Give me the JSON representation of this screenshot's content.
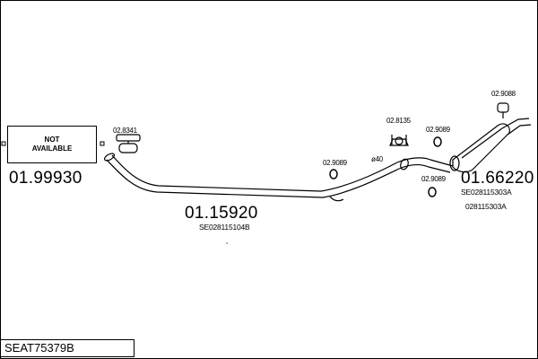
{
  "not_available_label": "NOT\nAVAILABLE",
  "parts": {
    "front_pipe": {
      "number": "01.99930"
    },
    "centre_pipe": {
      "number": "01.15920",
      "reference": "SE028115104B"
    },
    "rear_silencer": {
      "number": "01.66220",
      "reference_1": "SE028115303A",
      "reference_2": "028115303A"
    }
  },
  "fittings": {
    "clamp_front": "02.8341",
    "mount_1": "02.8135",
    "ring_1": "02.9089",
    "ring_2": "02.9089",
    "ring_3": "02.9089",
    "hanger_rear": "02.9088"
  },
  "pipe_diameter_label": "ø40",
  "drawing_code": "SEAT75379B"
}
